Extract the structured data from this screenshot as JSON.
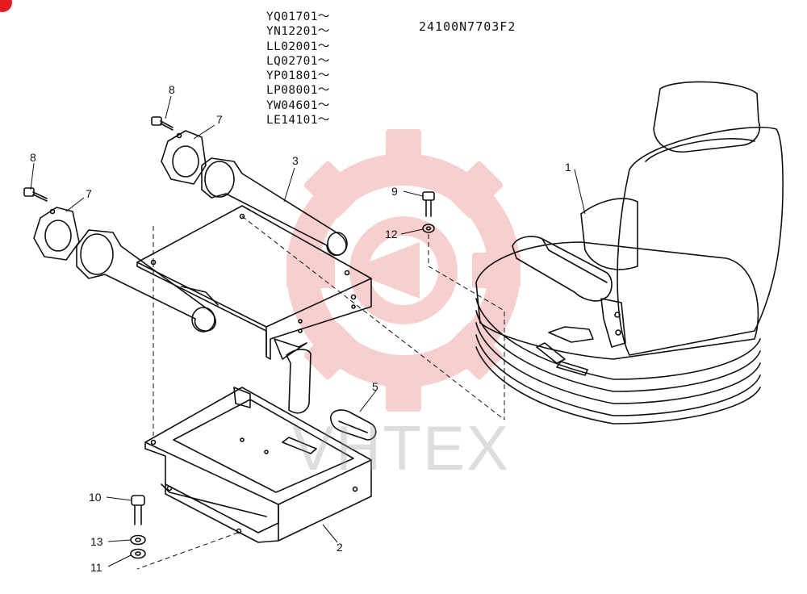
{
  "serial_numbers": [
    "YQ01701～",
    "YN12201～",
    "LL02001～",
    "LQ02701～",
    "YP01801～",
    "LP08001～",
    "YW04601～",
    "LE14101～"
  ],
  "part_code": "24100N7703F2",
  "watermark": {
    "text": "VHTEX",
    "color": "#f3a8a8"
  },
  "callouts": {
    "seat": "1",
    "base_frame": "2",
    "slide_rail": "3",
    "grommet": "5",
    "bracket_upper": "7",
    "bracket_lower": "7",
    "bolt_upper": "8",
    "bolt_lower": "8",
    "bolt_9": "9",
    "bolt_10": "10",
    "washer_11": "11",
    "washer_12": "12",
    "washer_13": "13"
  },
  "colors": {
    "line": "#111111",
    "accent": "#e31b23"
  }
}
